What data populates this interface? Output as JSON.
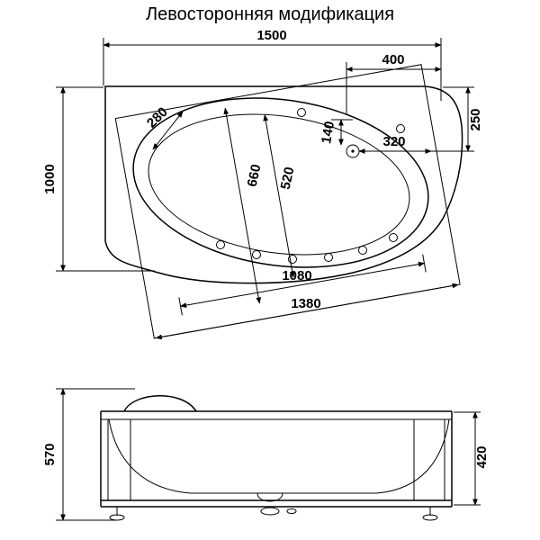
{
  "title": "Левосторонняя модификация",
  "colors": {
    "line": "#000000",
    "background": "#ffffff"
  },
  "top_view": {
    "length_total_mm": "1500",
    "drain_offset_right_mm": "400",
    "drain_offset_top_mm": "250",
    "width_total_mm": "1000",
    "rim_corner_width_mm": "280",
    "drain_local_v_mm": "140",
    "drain_local_h_mm": "320",
    "bowl_width_wide_mm": "660",
    "bowl_width_narrow_mm": "520",
    "bowl_length_mm": "1080",
    "rim_length_mm": "1380"
  },
  "side_view": {
    "height_total_mm": "570",
    "height_body_mm": "420"
  }
}
